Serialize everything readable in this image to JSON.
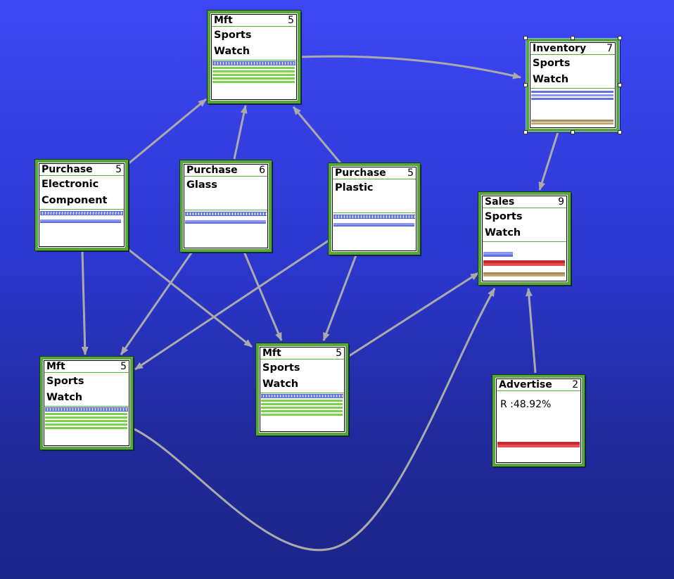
{
  "nodes": {
    "mft_top": {
      "type": "Mft",
      "count": "5",
      "line1": "Sports",
      "line2": "Watch"
    },
    "inventory": {
      "type": "Inventory",
      "count": "7",
      "line1": "Sports",
      "line2": "Watch"
    },
    "pur_elec": {
      "type": "Purchase",
      "count": "5",
      "line1": "Electronic",
      "line2": "Component"
    },
    "pur_glass": {
      "type": "Purchase",
      "count": "6",
      "line1": "Glass"
    },
    "pur_plastic": {
      "type": "Purchase",
      "count": "5",
      "line1": "Plastic"
    },
    "sales": {
      "type": "Sales",
      "count": "9",
      "line1": "Sports",
      "line2": "Watch"
    },
    "mft_left": {
      "type": "Mft",
      "count": "5",
      "line1": "Sports",
      "line2": "Watch"
    },
    "mft_mid": {
      "type": "Mft",
      "count": "5",
      "line1": "Sports",
      "line2": "Watch"
    },
    "advertise": {
      "type": "Advertise",
      "count": "2",
      "line1": "R :48.92%"
    }
  },
  "colors": {
    "edge": "#aaaaaa",
    "node_border": "#56a83a",
    "bar_green": "#7ad14a",
    "bar_blue": "#8c96f0",
    "bar_red": "#c8282e",
    "bar_tan": "#a8895a"
  }
}
